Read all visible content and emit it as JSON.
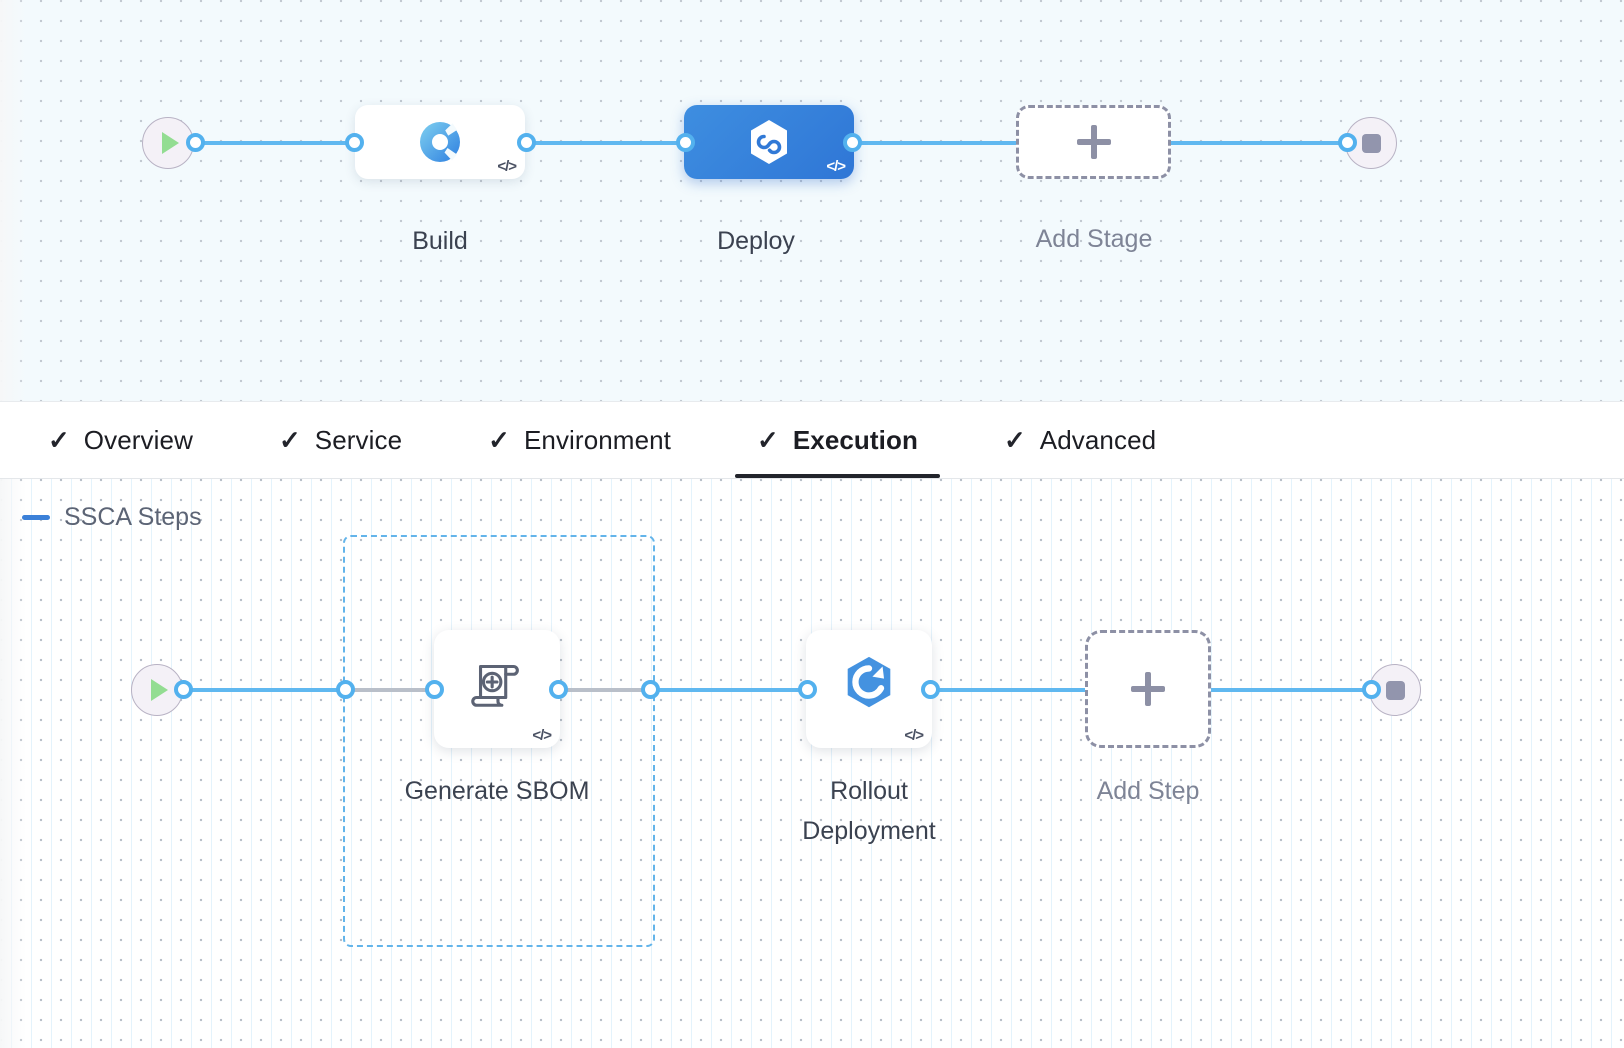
{
  "theme": {
    "accent_blue": "#60b8f0",
    "selected_stage_blue": "#3179d6",
    "group_border_blue": "#63b4ea",
    "placeholder_gray": "#8d90a5",
    "caption_gray": "#3b4250",
    "start_green": "#93dd92",
    "stop_gray": "#9295ad",
    "stage_canvas_bg": "#f3fafd",
    "step_canvas_bg": "#ffffff"
  },
  "stage_graph": {
    "start_node": {
      "name": "pipeline-start",
      "icon": "play-icon"
    },
    "end_node": {
      "name": "pipeline-end",
      "icon": "stop-icon"
    },
    "nodes": [
      {
        "id": "build",
        "label": "Build",
        "icon": "build-ci-icon",
        "code_badge": "</>",
        "selected": false
      },
      {
        "id": "deploy",
        "label": "Deploy",
        "icon": "deploy-cd-hexagon-icon",
        "code_badge": "</>",
        "selected": true
      }
    ],
    "add_stage": {
      "label": "Add Stage",
      "icon": "plus-icon"
    }
  },
  "tabs": {
    "items": [
      {
        "id": "overview",
        "label": "Overview",
        "checked": true,
        "active": false
      },
      {
        "id": "service",
        "label": "Service",
        "checked": true,
        "active": false
      },
      {
        "id": "environment",
        "label": "Environment",
        "checked": true,
        "active": false
      },
      {
        "id": "execution",
        "label": "Execution",
        "checked": true,
        "active": true
      },
      {
        "id": "advanced",
        "label": "Advanced",
        "checked": true,
        "active": false
      }
    ],
    "check_glyph": "✓"
  },
  "step_graph": {
    "start_node": {
      "name": "execution-start",
      "icon": "play-icon"
    },
    "end_node": {
      "name": "execution-end",
      "icon": "stop-icon"
    },
    "group": {
      "title": "SSCA Steps",
      "collapse_icon": "minus-icon",
      "collapsed": false
    },
    "steps": [
      {
        "id": "generate-sbom",
        "label": "Generate SBOM",
        "icon": "sbom-scroll-plus-icon",
        "code_badge": "</>"
      },
      {
        "id": "rollout-deployment",
        "label_line1": "Rollout",
        "label_line2": "Deployment",
        "icon": "k8s-rollout-hexagon-icon",
        "code_badge": "</>"
      }
    ],
    "add_step": {
      "label": "Add Step",
      "icon": "plus-icon"
    }
  }
}
